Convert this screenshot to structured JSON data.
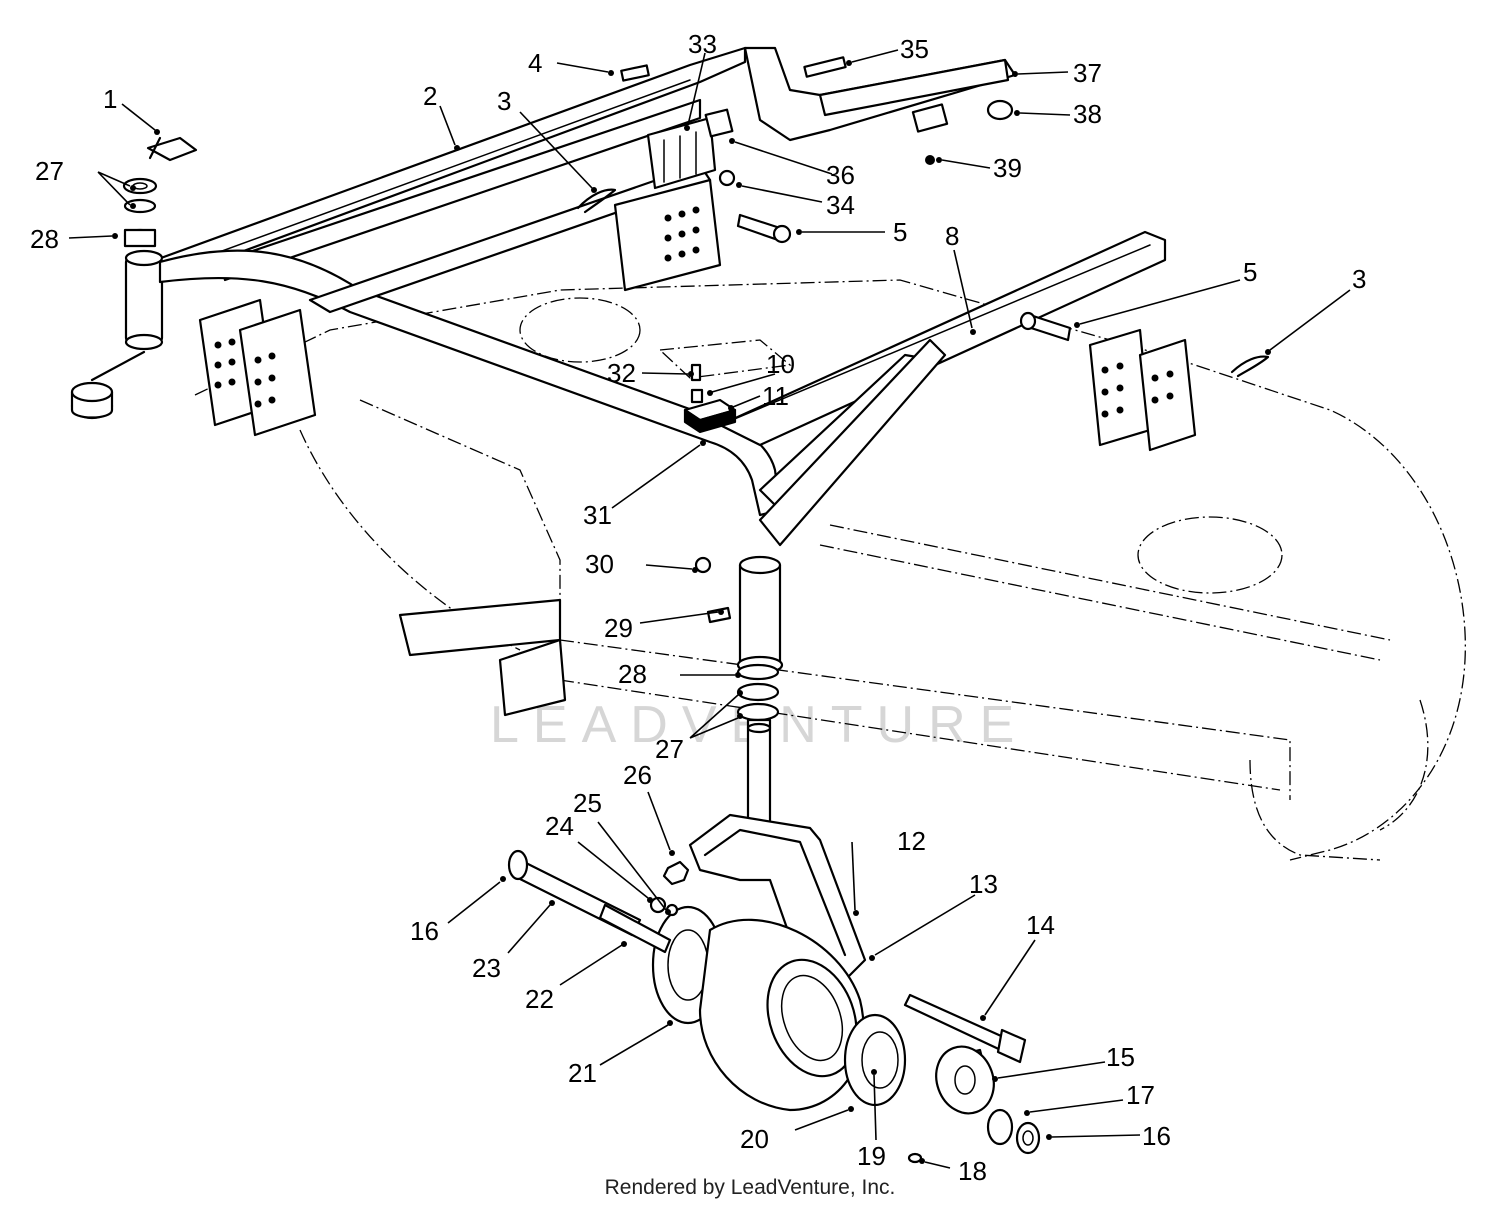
{
  "watermark": "LEADVENTURE",
  "footer": {
    "credit": "Rendered by LeadVenture, Inc."
  },
  "callouts": [
    {
      "id": "c1",
      "label": "1"
    },
    {
      "id": "c2",
      "label": "2"
    },
    {
      "id": "c3a",
      "label": "3"
    },
    {
      "id": "c3b",
      "label": "3"
    },
    {
      "id": "c4",
      "label": "4"
    },
    {
      "id": "c5a",
      "label": "5"
    },
    {
      "id": "c5b",
      "label": "5"
    },
    {
      "id": "c8",
      "label": "8"
    },
    {
      "id": "c10",
      "label": "10"
    },
    {
      "id": "c11",
      "label": "11"
    },
    {
      "id": "c12",
      "label": "12"
    },
    {
      "id": "c13",
      "label": "13"
    },
    {
      "id": "c14",
      "label": "14"
    },
    {
      "id": "c15",
      "label": "15"
    },
    {
      "id": "c16a",
      "label": "16"
    },
    {
      "id": "c16b",
      "label": "16"
    },
    {
      "id": "c17",
      "label": "17"
    },
    {
      "id": "c18",
      "label": "18"
    },
    {
      "id": "c19",
      "label": "19"
    },
    {
      "id": "c20",
      "label": "20"
    },
    {
      "id": "c21",
      "label": "21"
    },
    {
      "id": "c22",
      "label": "22"
    },
    {
      "id": "c23",
      "label": "23"
    },
    {
      "id": "c24",
      "label": "24"
    },
    {
      "id": "c25",
      "label": "25"
    },
    {
      "id": "c26",
      "label": "26"
    },
    {
      "id": "c27a",
      "label": "27"
    },
    {
      "id": "c27b",
      "label": "27"
    },
    {
      "id": "c28a",
      "label": "28"
    },
    {
      "id": "c28b",
      "label": "28"
    },
    {
      "id": "c29",
      "label": "29"
    },
    {
      "id": "c30",
      "label": "30"
    },
    {
      "id": "c31",
      "label": "31"
    },
    {
      "id": "c32",
      "label": "32"
    },
    {
      "id": "c33",
      "label": "33"
    },
    {
      "id": "c34",
      "label": "34"
    },
    {
      "id": "c35",
      "label": "35"
    },
    {
      "id": "c36",
      "label": "36"
    },
    {
      "id": "c37",
      "label": "37"
    },
    {
      "id": "c38",
      "label": "38"
    },
    {
      "id": "c39",
      "label": "39"
    }
  ]
}
